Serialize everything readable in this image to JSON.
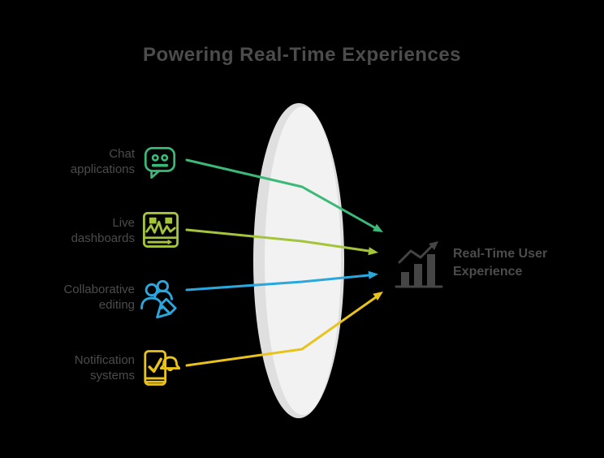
{
  "title": "Powering Real-Time Experiences",
  "colors": {
    "background": "#000000",
    "text": "#4c4c4c",
    "green": "#3cb878",
    "lime": "#a4c43c",
    "blue": "#2aa7dd",
    "yellow": "#e9c31b",
    "lens_outer": "#dfdfdf",
    "lens_inner": "#f2f2f2",
    "output_icon": "#454545"
  },
  "inputs": [
    {
      "line1": "Chat",
      "line2": "applications",
      "icon": "chatbot-icon",
      "color": "#3cb878"
    },
    {
      "line1": "Live",
      "line2": "dashboards",
      "icon": "dashboard-icon",
      "color": "#a4c43c"
    },
    {
      "line1": "Collaborative",
      "line2": "editing",
      "icon": "collaborative-editing-icon",
      "color": "#2aa7dd"
    },
    {
      "line1": "Notification",
      "line2": "systems",
      "icon": "notification-phone-icon",
      "color": "#e9c31b"
    }
  ],
  "lens": {
    "name": "focusing-lens"
  },
  "output": {
    "line1": "Real-Time User",
    "line2": "Experience",
    "icon": "bar-chart-growth-icon"
  }
}
